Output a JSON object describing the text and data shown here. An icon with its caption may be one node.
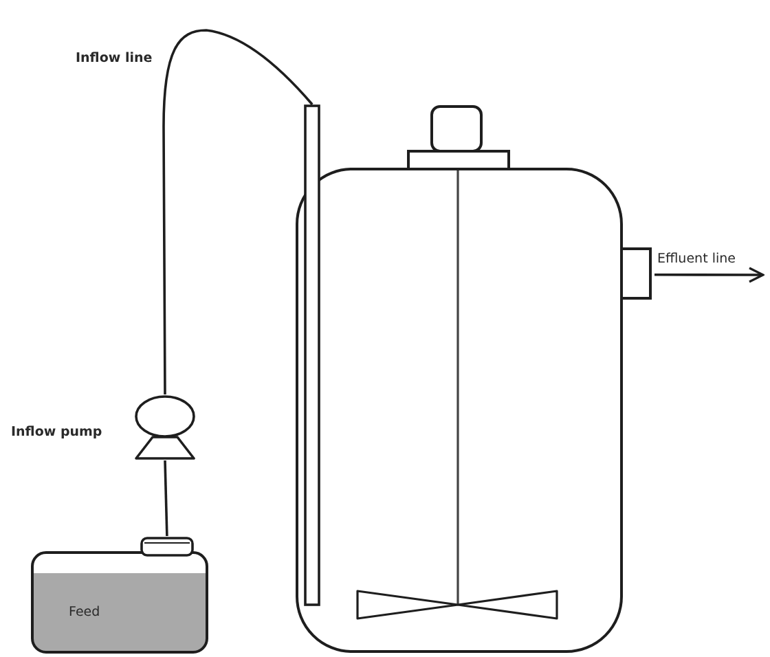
{
  "diagram": {
    "nodes": [
      {
        "text": [
          "Feed"
        ]
      },
      {
        "text": [],
        "shape": "circle",
        "beside": [
          "Inflow pump"
        ]
      },
      {
        "text": [],
        "shape": "box"
      }
    ],
    "edges": [
      {
        "from": 0,
        "to": 1,
        "arrow": "none"
      },
      {
        "from": 1,
        "to": 2,
        "arrow": "none",
        "label": "Inflow line"
      },
      {
        "from": 2,
        "to": null,
        "arrow": "to",
        "label": "Effluent line"
      }
    ]
  }
}
